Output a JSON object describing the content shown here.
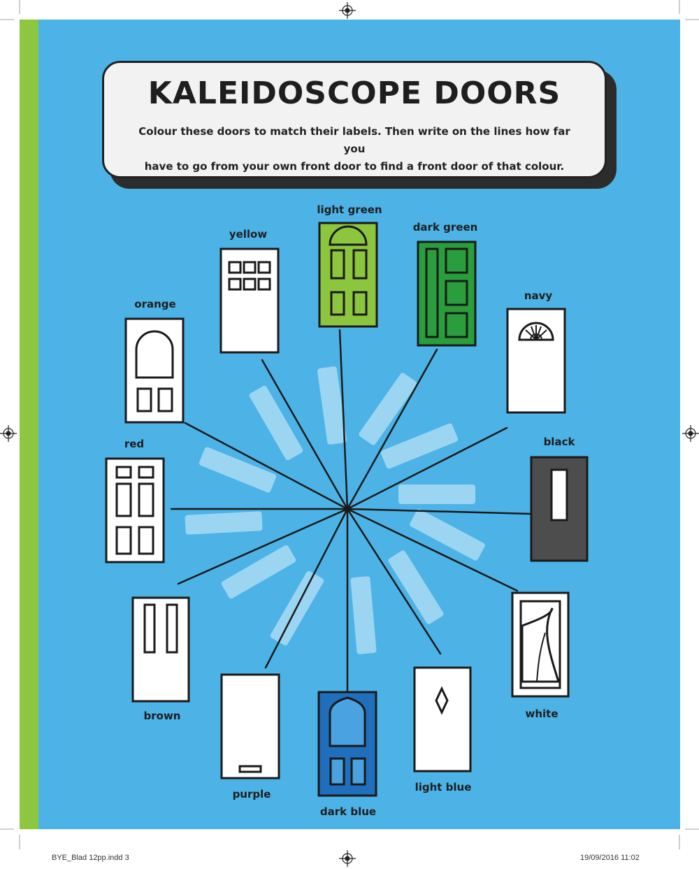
{
  "title": "KALEIDOSCOPE DOORS",
  "instructions": {
    "line1": "Colour these doors to match their labels. Then write on the lines how far you",
    "line2": "have to go from your own front door to find a front door of that colour."
  },
  "doors": {
    "light_green": "light green",
    "dark_green": "dark green",
    "yellow": "yellow",
    "navy": "navy",
    "orange": "orange",
    "black": "black",
    "red": "red",
    "white": "white",
    "brown": "brown",
    "purple": "purple",
    "dark_blue": "dark blue",
    "light_blue": "light blue"
  },
  "colors": {
    "page_bg": "#4db3e6",
    "strip": "#8dc63f",
    "light_green_fill": "#8cc63f",
    "dark_green_fill": "#2a9d3c",
    "black_fill": "#4d4d4d",
    "dark_blue_fill": "#1f6fbd",
    "door_fill": "#ffffff",
    "answer_line_fill": "#a9dcf5"
  },
  "footer": {
    "file": "BYE_Blad 12pp.indd   3",
    "date": "19/09/2016   11:02"
  }
}
